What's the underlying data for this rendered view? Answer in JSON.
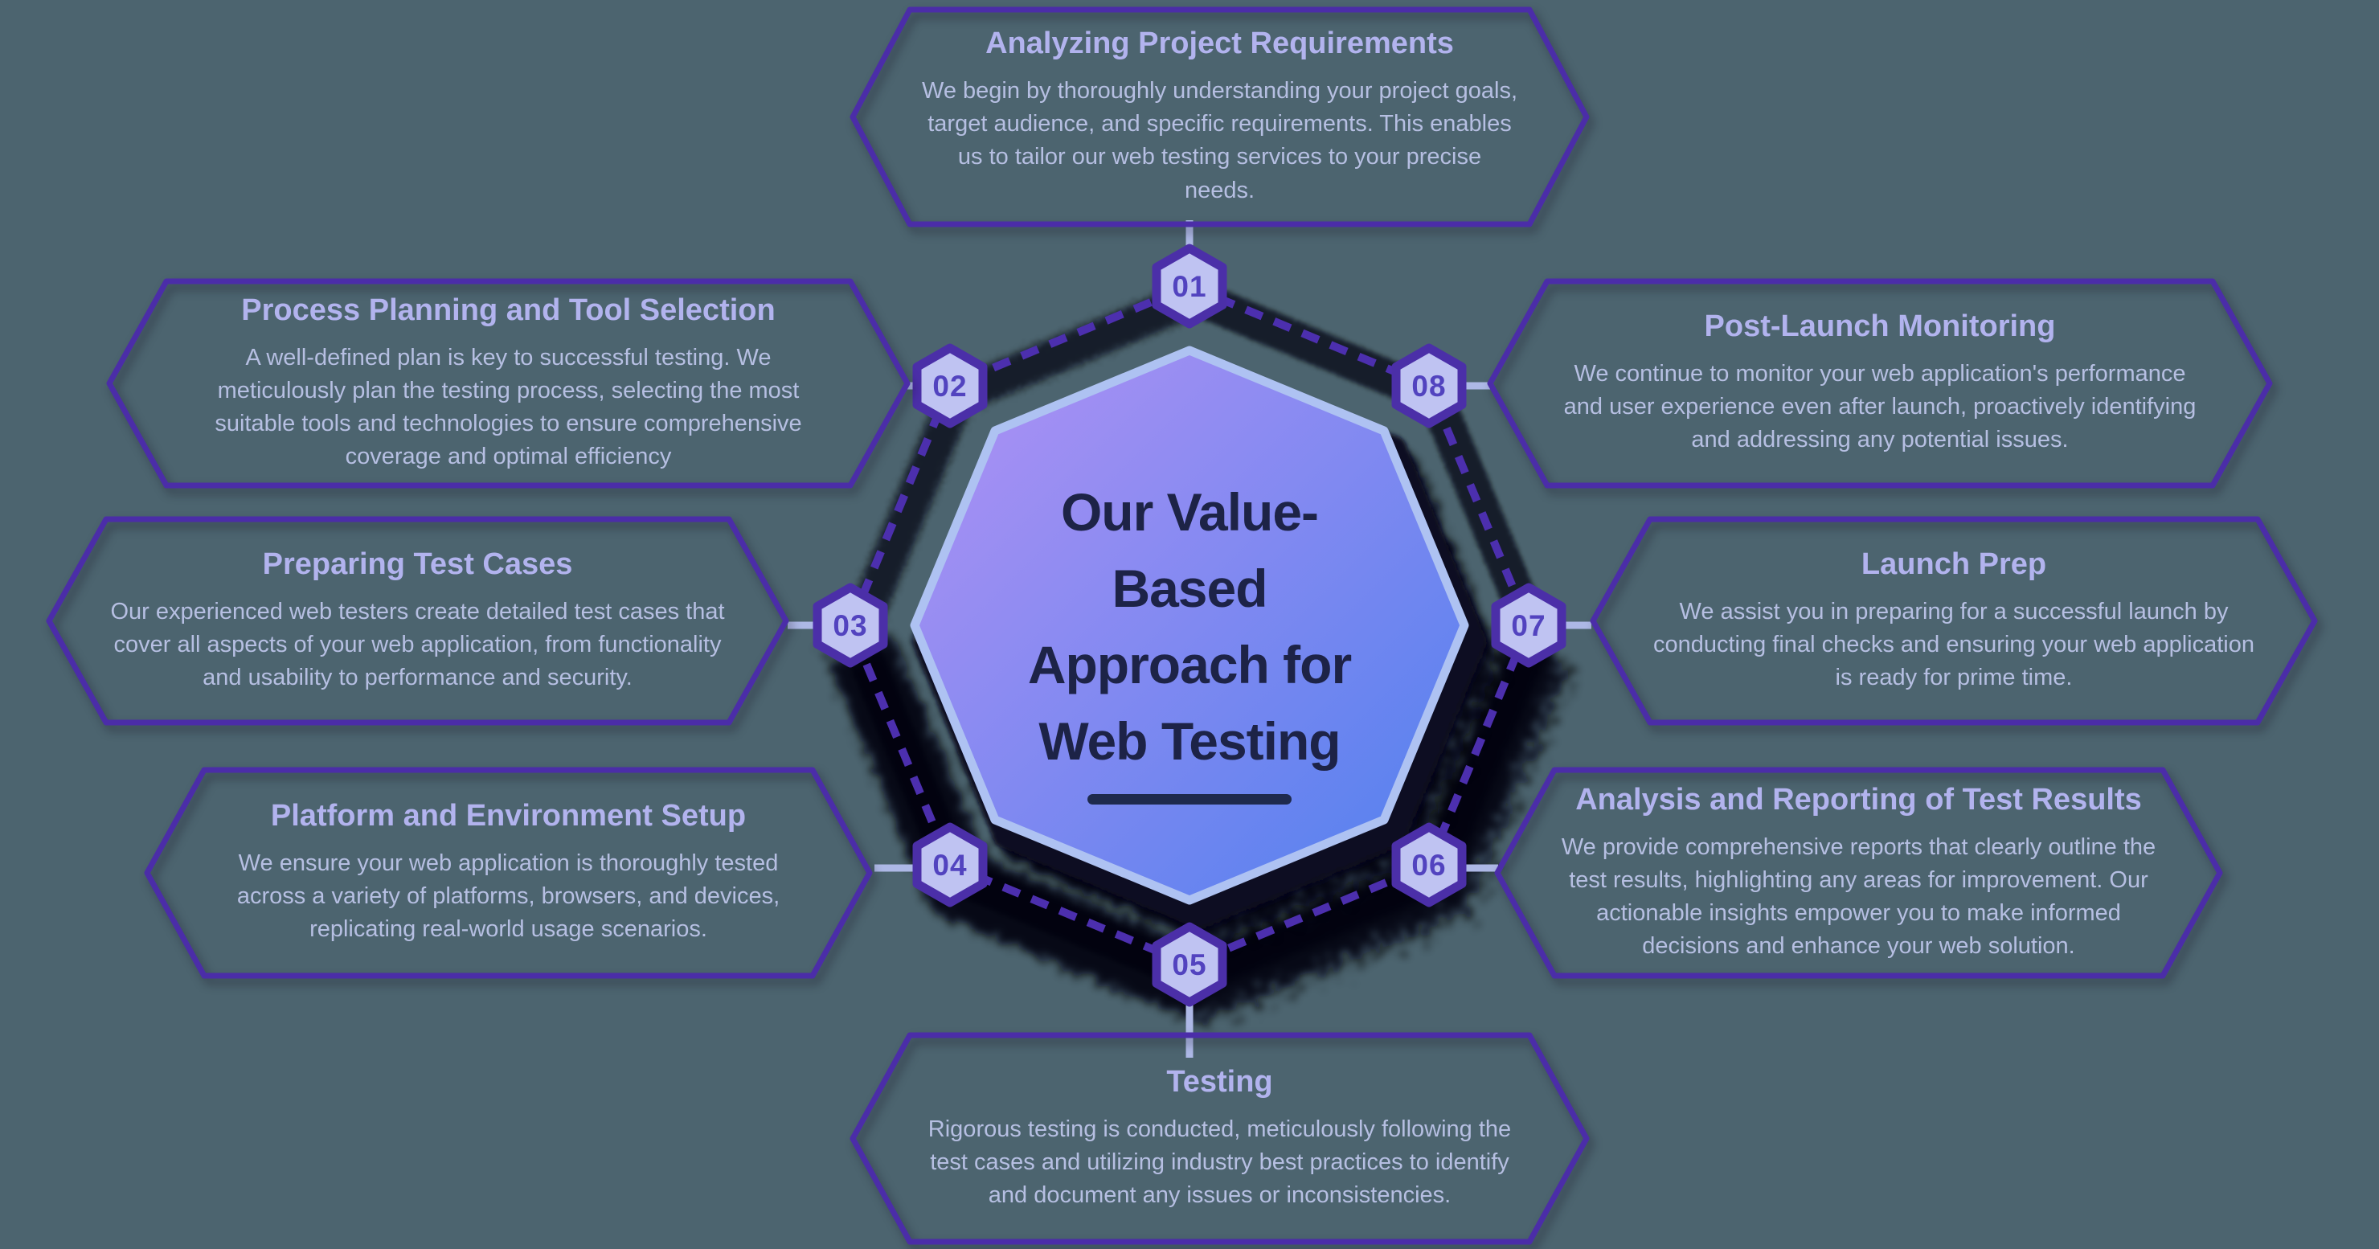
{
  "center": {
    "title": "Our Value-Based Approach for Web Testing",
    "title_lines": [
      "Our Value-",
      "Based",
      "Approach for",
      "Web Testing"
    ]
  },
  "steps": [
    {
      "num": "01",
      "title": "Analyzing Project Requirements",
      "body": "We begin by thoroughly understanding your project goals, target audience, and specific requirements. This enables us to tailor our web testing services to your precise needs."
    },
    {
      "num": "02",
      "title": "Process Planning and Tool Selection",
      "body": "A well-defined plan is key to successful testing. We meticulously plan the testing process, selecting the most suitable tools and technologies to ensure comprehensive coverage and optimal efficiency"
    },
    {
      "num": "03",
      "title": "Preparing Test Cases",
      "body": "Our experienced web testers create detailed test cases that cover all aspects of your web application, from functionality and usability to performance and security."
    },
    {
      "num": "04",
      "title": "Platform and Environment Setup",
      "body": "We ensure your web application is thoroughly tested across a variety of platforms, browsers, and devices, replicating real-world usage scenarios."
    },
    {
      "num": "05",
      "title": "Testing",
      "body": "Rigorous testing is conducted, meticulously following the test cases and utilizing industry best practices to identify and document any issues or inconsistencies."
    },
    {
      "num": "06",
      "title": "Analysis and Reporting of Test Results",
      "body": "We provide comprehensive reports that clearly outline the test results, highlighting any areas for improvement. Our actionable insights empower you to make informed decisions and enhance your web solution."
    },
    {
      "num": "07",
      "title": "Launch Prep",
      "body": "We assist you in preparing for a successful launch by conducting final checks and ensuring your web application is ready for prime time."
    },
    {
      "num": "08",
      "title": "Post-Launch Monitoring",
      "body": "We continue to monitor your web application's performance and user experience even after launch, proactively identifying and addressing any potential issues."
    }
  ],
  "colors": {
    "background": "#4c646f",
    "card_border": "#4b2da8",
    "card_title": "#b2b3ee",
    "card_body": "#b6bfe2",
    "badge_border": "#4b2fa8",
    "badge_fill": "#bfc3f2",
    "badge_number": "#5243bf",
    "dashed_ring": "#4c2fae",
    "connector": "#adb8e6",
    "octagon_gradient_start": "#b292f4",
    "octagon_gradient_end": "#4f80ee",
    "octagon_border": "#aec2f2",
    "center_title": "#1d2347"
  }
}
